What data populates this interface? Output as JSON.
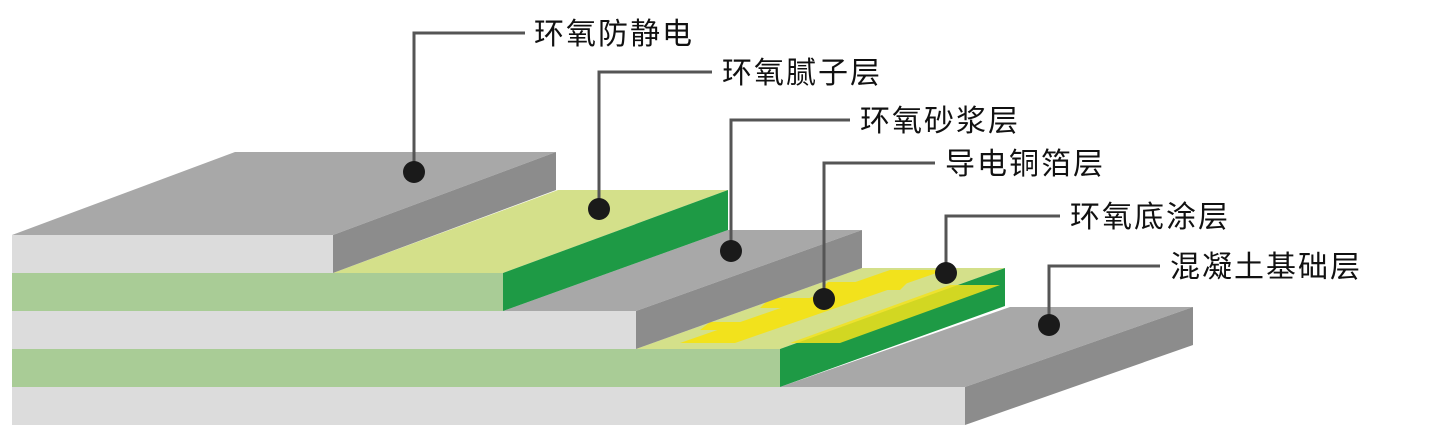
{
  "diagram": {
    "callouts": [
      {
        "id": "epoxy-antistatic",
        "label": "环氧防静电"
      },
      {
        "id": "epoxy-putty",
        "label": "环氧腻子层"
      },
      {
        "id": "epoxy-mortar",
        "label": "环氧砂浆层"
      },
      {
        "id": "copper-foil",
        "label": "导电铜箔层"
      },
      {
        "id": "epoxy-primer",
        "label": "环氧底涂层"
      },
      {
        "id": "concrete-base",
        "label": "混凝土基础层"
      }
    ],
    "colors": {
      "light_gray": "#dcdcdc",
      "mid_gray": "#a8a8a8",
      "dark_gray": "#8c8c8c",
      "light_green": "#a9cc96",
      "pale_yellow_green": "#d4e08a",
      "deep_green": "#1e9a45",
      "copper_yellow": "#f2e21c",
      "dot": "#1a1a1a",
      "leader": "#555555"
    }
  }
}
